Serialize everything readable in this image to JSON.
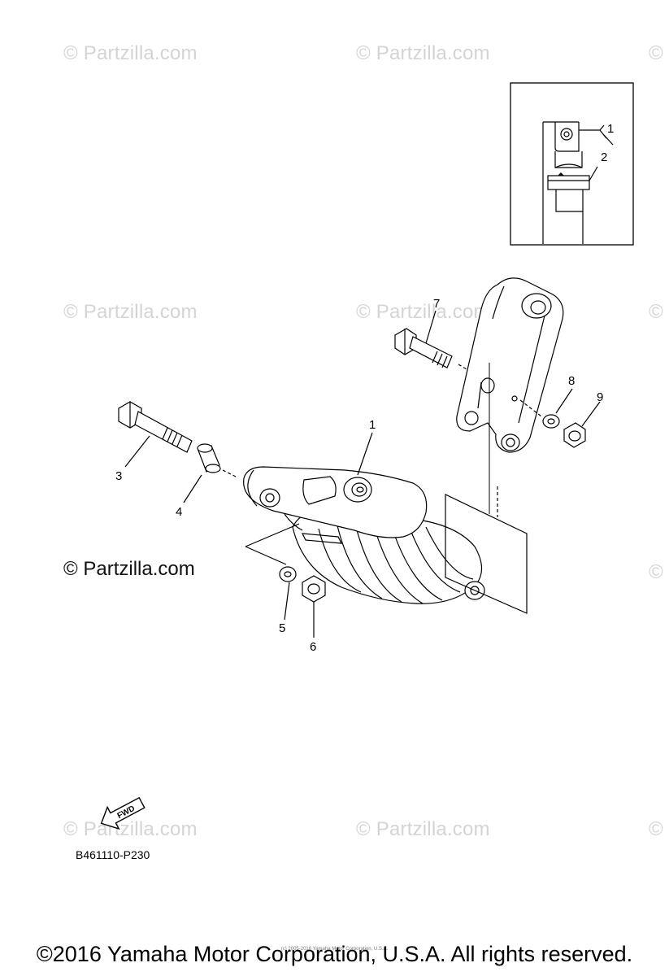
{
  "watermarks": {
    "text": "© Partzilla.com",
    "edge_text": "©",
    "prominent": "© Partzilla.com"
  },
  "callouts": {
    "c1": "1",
    "c2": "2",
    "c3": "3",
    "c4": "4",
    "c5": "5",
    "c6": "6",
    "c7": "7",
    "c8": "8",
    "c9": "9",
    "inset_1": "1",
    "inset_2": "2"
  },
  "fwd_label": "FWD",
  "diagram_code": "B461110-P230",
  "footer": {
    "copyright": "©2016 Yamaha Motor Corporation, U.S.A. All rights reserved.",
    "small_print": "(c) 2005-2016 Yamaha Motor Corporation, U.S.A."
  }
}
